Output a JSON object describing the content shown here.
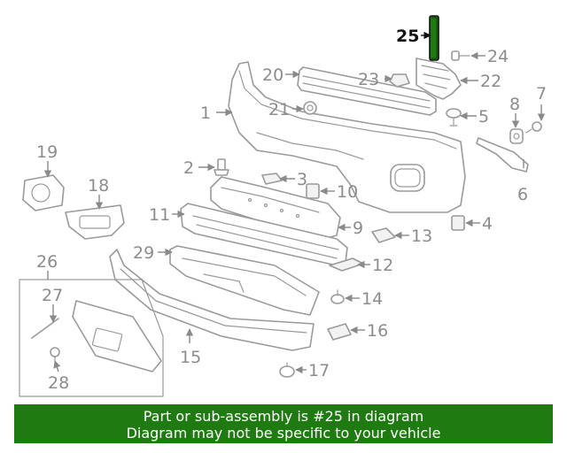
{
  "callouts": {
    "c1": "1",
    "c2": "2",
    "c3": "3",
    "c4": "4",
    "c5": "5",
    "c6": "6",
    "c7": "7",
    "c8": "8",
    "c9": "9",
    "c10": "10",
    "c11": "11",
    "c12": "12",
    "c13": "13",
    "c14": "14",
    "c15": "15",
    "c16": "16",
    "c17": "17",
    "c18": "18",
    "c19": "19",
    "c20": "20",
    "c21": "21",
    "c22": "22",
    "c23": "23",
    "c24": "24",
    "c25": "25",
    "c26": "26",
    "c27": "27",
    "c28": "28",
    "c29": "29"
  },
  "highlight": {
    "part_number": "25",
    "color": "#1f7a12"
  },
  "banner": {
    "line1": "Part or sub-assembly is #25 in diagram",
    "line2": "Diagram may not be specific to your vehicle",
    "background": "#1f7a12"
  }
}
